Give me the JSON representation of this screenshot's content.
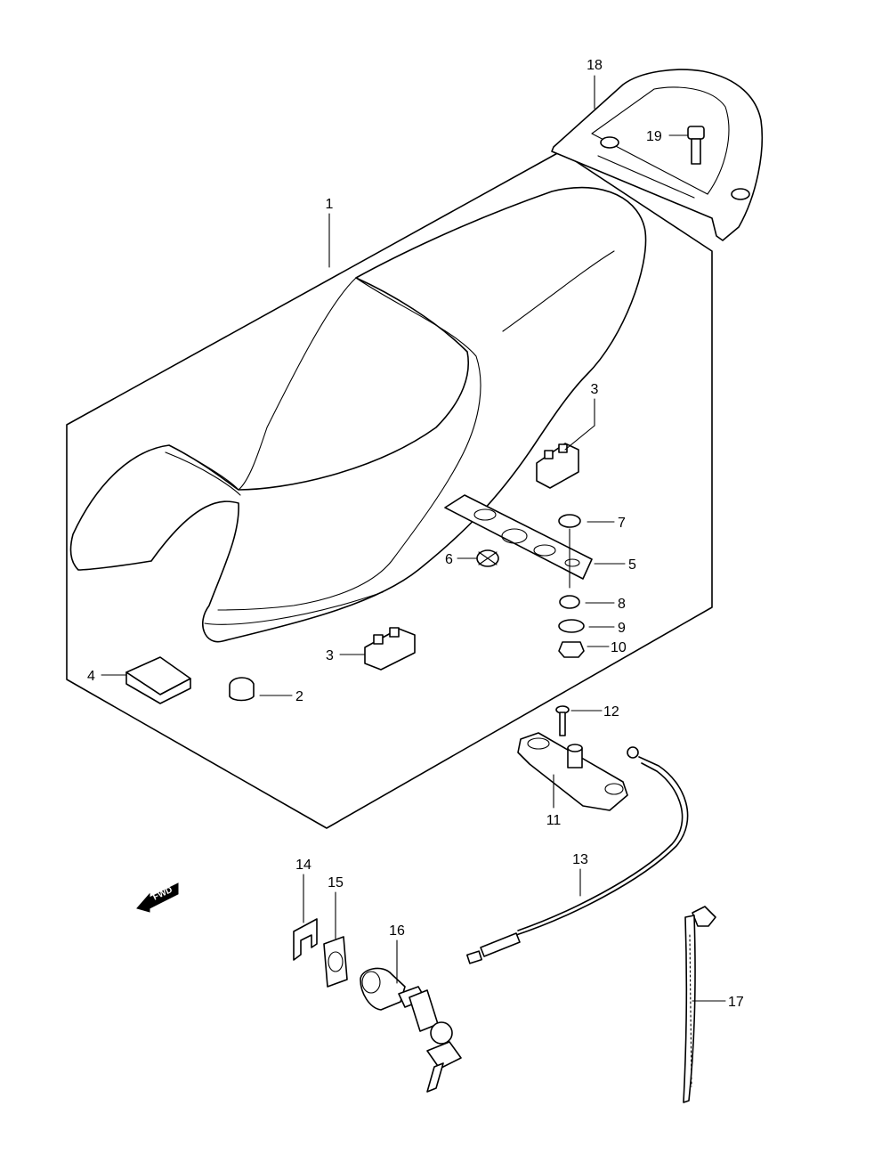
{
  "parts": [
    {
      "id": "callout-1",
      "label": "1"
    },
    {
      "id": "callout-2",
      "label": "2"
    },
    {
      "id": "callout-3a",
      "label": "3"
    },
    {
      "id": "callout-3b",
      "label": "3"
    },
    {
      "id": "callout-4",
      "label": "4"
    },
    {
      "id": "callout-5",
      "label": "5"
    },
    {
      "id": "callout-6",
      "label": "6"
    },
    {
      "id": "callout-7",
      "label": "7"
    },
    {
      "id": "callout-8",
      "label": "8"
    },
    {
      "id": "callout-9",
      "label": "9"
    },
    {
      "id": "callout-10",
      "label": "10"
    },
    {
      "id": "callout-11",
      "label": "11"
    },
    {
      "id": "callout-12",
      "label": "12"
    },
    {
      "id": "callout-13",
      "label": "13"
    },
    {
      "id": "callout-14",
      "label": "14"
    },
    {
      "id": "callout-15",
      "label": "15"
    },
    {
      "id": "callout-16",
      "label": "16"
    },
    {
      "id": "callout-17",
      "label": "17"
    },
    {
      "id": "callout-18",
      "label": "18"
    },
    {
      "id": "callout-19",
      "label": "19"
    }
  ],
  "direction_marker": {
    "text": "FWD",
    "icon": "forward-arrow-icon"
  }
}
